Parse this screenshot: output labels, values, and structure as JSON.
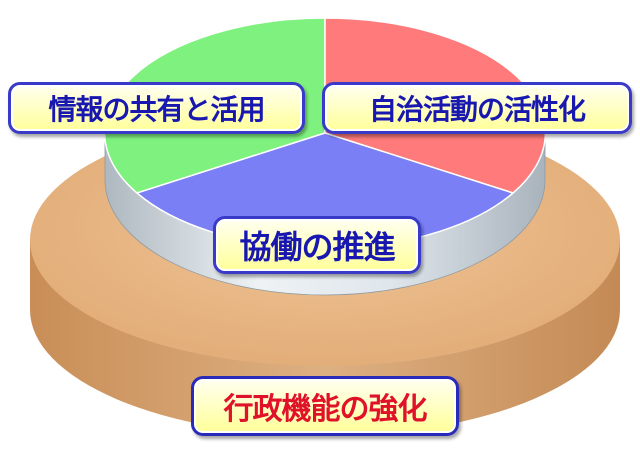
{
  "diagram": {
    "segments": [
      {
        "label": "情報の共有と活用",
        "color": "#7ff17f"
      },
      {
        "label": "自治活動の活性化",
        "color": "#ff7a7a"
      },
      {
        "label": "協働の推進",
        "color": "#7a7ff5"
      }
    ],
    "base": {
      "label": "行政機能の強化",
      "color": "#e8b380"
    }
  }
}
